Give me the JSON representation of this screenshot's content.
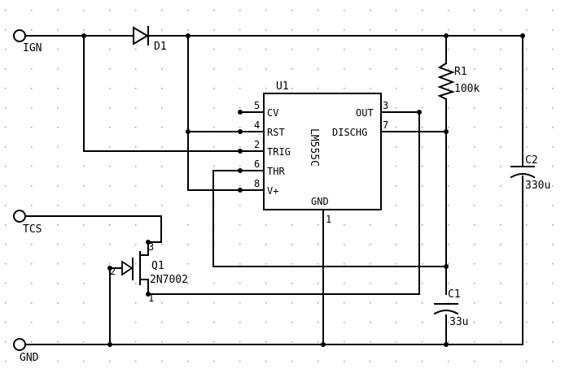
{
  "ports": {
    "ign": "IGN",
    "tcs": "TCS",
    "gnd": "GND"
  },
  "components": {
    "d1": {
      "ref": "D1"
    },
    "r1": {
      "ref": "R1",
      "value": "100k"
    },
    "c1": {
      "ref": "C1",
      "value": "33u"
    },
    "c2": {
      "ref": "C2",
      "value": "330u"
    },
    "q1": {
      "ref": "Q1",
      "value": "2N7002",
      "pin_drain": "3",
      "pin_gate": "2",
      "pin_source": "1"
    },
    "u1": {
      "ref": "U1",
      "value": "LM555C",
      "gnd_label": "GND",
      "gnd_pin": "1",
      "pins_left": [
        {
          "num": "5",
          "name": "CV"
        },
        {
          "num": "4",
          "name": "RST"
        },
        {
          "num": "2",
          "name": "TRIG"
        },
        {
          "num": "6",
          "name": "THR"
        },
        {
          "num": "8",
          "name": "V+"
        }
      ],
      "pins_right": [
        {
          "num": "3",
          "name": "OUT"
        },
        {
          "num": "7",
          "name": "DISCHG"
        }
      ]
    }
  }
}
